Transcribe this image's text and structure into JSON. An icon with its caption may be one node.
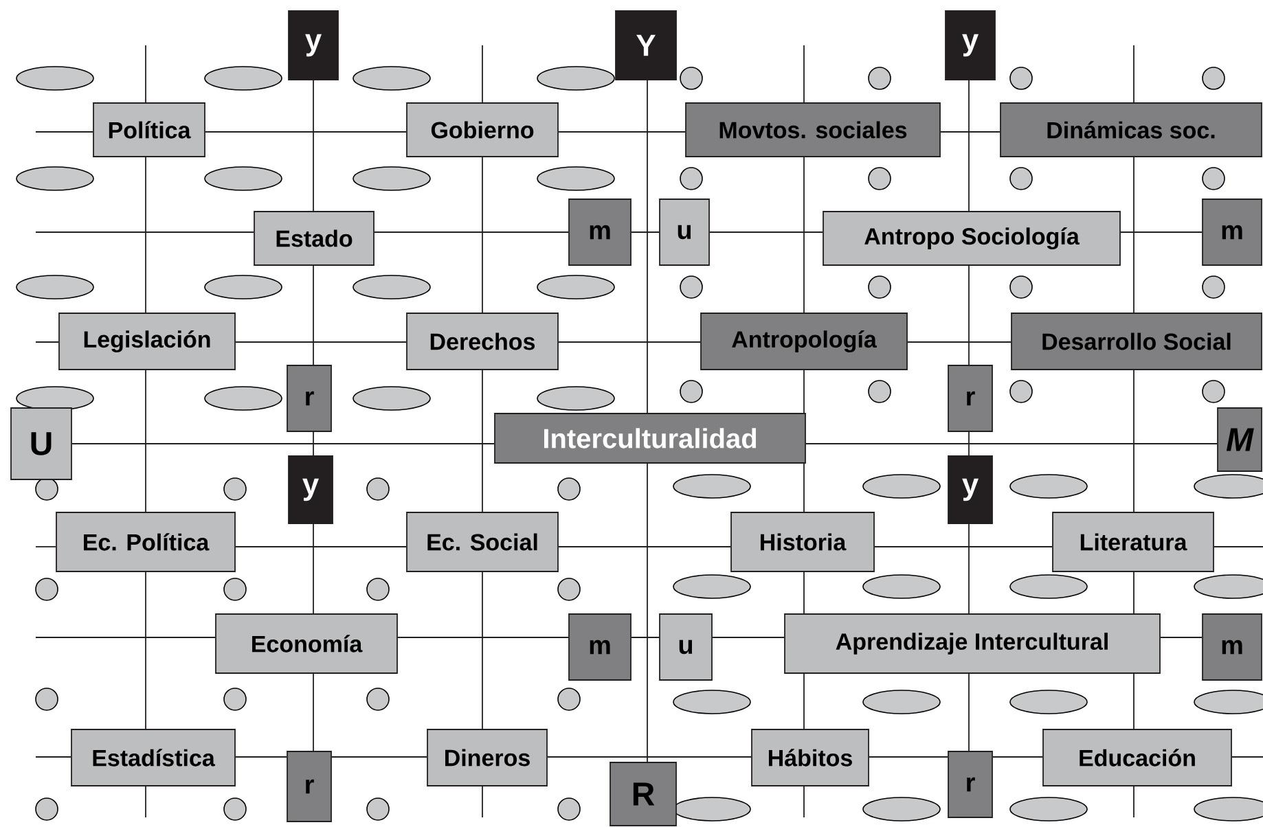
{
  "diagram": {
    "nodes": [
      {
        "text": [
          "y"
        ]
      },
      {
        "text": [
          "Y"
        ]
      },
      {
        "text": [
          "y"
        ]
      },
      {
        "text": [
          "Política"
        ]
      },
      {
        "text": [
          "Gobierno"
        ]
      },
      {
        "text": [
          "Movtos. sociales"
        ]
      },
      {
        "text": [
          "Dinámicas soc."
        ]
      },
      {
        "text": [
          "Estado"
        ]
      },
      {
        "text": [
          "m"
        ]
      },
      {
        "text": [
          "u"
        ]
      },
      {
        "text": [
          "Antropo Sociología"
        ]
      },
      {
        "text": [
          "m"
        ]
      },
      {
        "text": [
          "Legislación"
        ]
      },
      {
        "text": [
          "Derechos"
        ]
      },
      {
        "text": [
          "Antropología"
        ]
      },
      {
        "text": [
          "Desarrollo Social"
        ]
      },
      {
        "text": [
          "r"
        ]
      },
      {
        "text": [
          "r"
        ]
      },
      {
        "text": [
          "U"
        ]
      },
      {
        "text": [
          "Interculturalidad"
        ]
      },
      {
        "text": [
          "M"
        ]
      },
      {
        "text": [
          "y"
        ]
      },
      {
        "text": [
          "y"
        ]
      },
      {
        "text": [
          "Ec. Política"
        ]
      },
      {
        "text": [
          "Ec. Social"
        ]
      },
      {
        "text": [
          "Historia"
        ]
      },
      {
        "text": [
          "Literatura"
        ]
      },
      {
        "text": [
          "Economía"
        ]
      },
      {
        "text": [
          "m"
        ]
      },
      {
        "text": [
          "u"
        ]
      },
      {
        "text": [
          "Aprendizaje Intercultural"
        ]
      },
      {
        "text": [
          "m"
        ]
      },
      {
        "text": [
          "Estadística"
        ]
      },
      {
        "text": [
          "r"
        ]
      },
      {
        "text": [
          "Dineros"
        ]
      },
      {
        "text": [
          "R"
        ]
      },
      {
        "text": [
          "Hábitos"
        ]
      },
      {
        "text": [
          "r"
        ]
      },
      {
        "text": [
          "Educación"
        ]
      }
    ],
    "edges": [
      {
        "from": null,
        "to": 3,
        "arrow": "none"
      },
      {
        "from": 3,
        "to": 4,
        "arrow": "none"
      },
      {
        "from": 4,
        "to": 5,
        "arrow": "none"
      },
      {
        "from": 5,
        "to": 6,
        "arrow": "none"
      },
      {
        "from": null,
        "to": 7,
        "arrow": "none"
      },
      {
        "from": 7,
        "to": 8,
        "arrow": "none"
      },
      {
        "from": 8,
        "to": 9,
        "arrow": "none"
      },
      {
        "from": 9,
        "to": 10,
        "arrow": "none"
      },
      {
        "from": 10,
        "to": 11,
        "arrow": "none"
      },
      {
        "from": null,
        "to": 12,
        "arrow": "none"
      },
      {
        "from": 12,
        "to": 13,
        "arrow": "none"
      },
      {
        "from": 13,
        "to": 14,
        "arrow": "none"
      },
      {
        "from": 14,
        "to": 15,
        "arrow": "none"
      },
      {
        "from": 18,
        "to": 19,
        "arrow": "none"
      },
      {
        "from": 19,
        "to": 20,
        "arrow": "none"
      },
      {
        "from": null,
        "to": 23,
        "arrow": "none"
      },
      {
        "from": 23,
        "to": 24,
        "arrow": "none"
      },
      {
        "from": 24,
        "to": 25,
        "arrow": "none"
      },
      {
        "from": 25,
        "to": 26,
        "arrow": "none"
      },
      {
        "from": 26,
        "to": null,
        "arrow": "none"
      },
      {
        "from": null,
        "to": 27,
        "arrow": "none"
      },
      {
        "from": 27,
        "to": 28,
        "arrow": "none"
      },
      {
        "from": 28,
        "to": 29,
        "arrow": "none"
      },
      {
        "from": 29,
        "to": 30,
        "arrow": "none"
      },
      {
        "from": 30,
        "to": 31,
        "arrow": "none"
      },
      {
        "from": null,
        "to": 32,
        "arrow": "none"
      },
      {
        "from": 32,
        "to": 33,
        "arrow": "none"
      },
      {
        "from": 33,
        "to": 34,
        "arrow": "none"
      },
      {
        "from": 34,
        "to": 36,
        "arrow": "none"
      },
      {
        "from": 36,
        "to": 37,
        "arrow": "none"
      },
      {
        "from": 37,
        "to": 38,
        "arrow": "none"
      },
      {
        "from": 38,
        "to": null,
        "arrow": "none"
      },
      {
        "from": null,
        "to": 3,
        "arrow": "none"
      },
      {
        "from": 3,
        "to": 12,
        "arrow": "none"
      },
      {
        "from": 12,
        "to": 23,
        "arrow": "none"
      },
      {
        "from": 23,
        "to": 32,
        "arrow": "none"
      },
      {
        "from": 32,
        "to": null,
        "arrow": "none"
      },
      {
        "from": 0,
        "to": 7,
        "arrow": "none"
      },
      {
        "from": 7,
        "to": 16,
        "arrow": "none"
      },
      {
        "from": 16,
        "to": 21,
        "arrow": "none"
      },
      {
        "from": 21,
        "to": 27,
        "arrow": "none"
      },
      {
        "from": 27,
        "to": 33,
        "arrow": "none"
      },
      {
        "from": null,
        "to": 4,
        "arrow": "none"
      },
      {
        "from": 4,
        "to": 13,
        "arrow": "none"
      },
      {
        "from": 13,
        "to": 24,
        "arrow": "none"
      },
      {
        "from": 24,
        "to": 34,
        "arrow": "none"
      },
      {
        "from": 34,
        "to": null,
        "arrow": "none"
      },
      {
        "from": 1,
        "to": 19,
        "arrow": "none"
      },
      {
        "from": 19,
        "to": 35,
        "arrow": "none"
      },
      {
        "from": null,
        "to": 5,
        "arrow": "none"
      },
      {
        "from": 5,
        "to": 14,
        "arrow": "none"
      },
      {
        "from": 14,
        "to": 19,
        "arrow": "none"
      },
      {
        "from": 19,
        "to": 25,
        "arrow": "none"
      },
      {
        "from": 25,
        "to": 30,
        "arrow": "none"
      },
      {
        "from": 30,
        "to": 36,
        "arrow": "none"
      },
      {
        "from": 36,
        "to": null,
        "arrow": "none"
      },
      {
        "from": 2,
        "to": 10,
        "arrow": "none"
      },
      {
        "from": 10,
        "to": 17,
        "arrow": "none"
      },
      {
        "from": 17,
        "to": 22,
        "arrow": "none"
      },
      {
        "from": 22,
        "to": 30,
        "arrow": "none"
      },
      {
        "from": 30,
        "to": 37,
        "arrow": "none"
      },
      {
        "from": null,
        "to": 6,
        "arrow": "none"
      },
      {
        "from": 6,
        "to": 15,
        "arrow": "none"
      },
      {
        "from": 15,
        "to": 26,
        "arrow": "none"
      },
      {
        "from": 26,
        "to": 30,
        "arrow": "none"
      },
      {
        "from": 30,
        "to": 38,
        "arrow": "none"
      },
      {
        "from": 38,
        "to": null,
        "arrow": "none"
      }
    ]
  }
}
